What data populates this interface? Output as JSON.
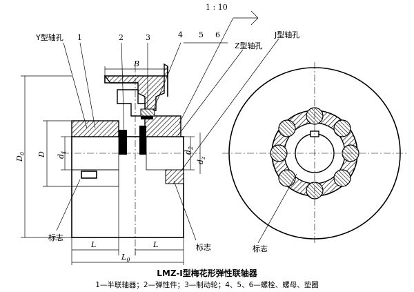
{
  "labels": {
    "taper": "1 : 10",
    "y_bore": "Y型轴孔",
    "z_bore": "Z型轴孔",
    "j_bore": "J型轴孔",
    "n1": "1",
    "n2": "2",
    "n3": "3",
    "n4": "4",
    "n5": "5",
    "n6": "6",
    "B": "B",
    "D0": "D",
    "D0_sub": "0",
    "D": "D",
    "d1": "d",
    "d1_sub": "1",
    "d2": "d",
    "d2_sub": "2",
    "dz": "d",
    "dz_sub": "z",
    "L_left": "L",
    "L_right": "L",
    "L0": "L",
    "L0_sub": "0",
    "mark_left": "标志",
    "mark_mid": "标志",
    "mark_right": "标志"
  },
  "title": "LMZ-Ⅰ型梅花形弹性联轴器",
  "caption": "1—半联轴器；2—弹性件；3—制动轮；4、5、6—螺栓、螺母、垫圈"
}
